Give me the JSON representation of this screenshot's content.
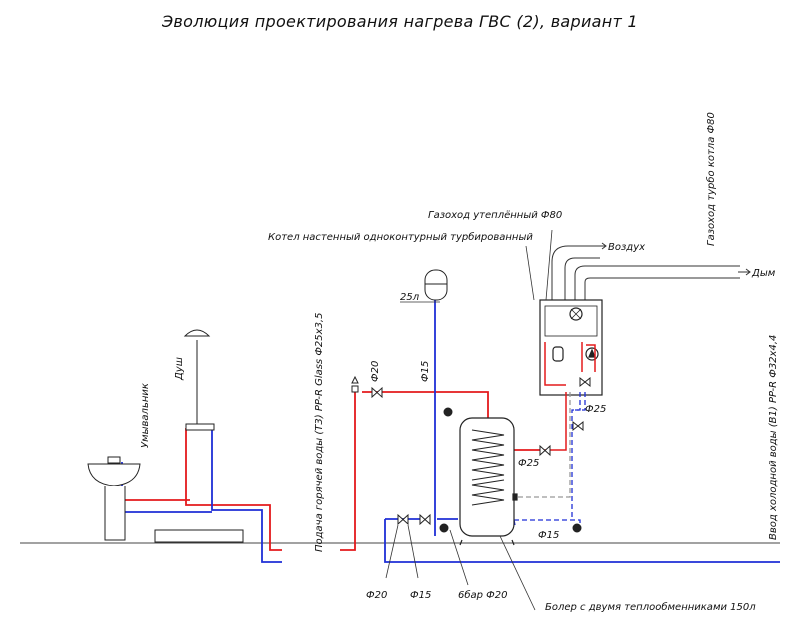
{
  "title": "Эволюция проектирования нагрева ГВС (2), вариант 1",
  "labels": {
    "flue_insulated": "Газоход утеплённый Ф80",
    "boiler": "Котел настенный одноконтурный турбированный",
    "air": "Воздух",
    "smoke": "Дым",
    "flue_boiler": "Газоход турбо котла Ф80",
    "tank": "25л",
    "shower": "Душ",
    "washbasin": "Умывальник",
    "hot_supply": "Подача горячей воды (Т3) PP-R Glass Ф25х3,5",
    "cold_input": "Ввод холодной воды (В1) PP-R Ф32х4,4",
    "d20_a": "Ф20",
    "d15_a": "Ф15",
    "d25_a": "Ф25",
    "d25_b": "Ф25",
    "d15_b": "Ф15",
    "d20_b": "Ф20",
    "d15_c": "Ф15",
    "valve_6bar": "6бар Ф20",
    "boiler_tank": "Болер с двумя теплообменниками 150л"
  },
  "colors": {
    "hot": "#e41a1c",
    "cold": "#1f2fd6",
    "line": "#222222",
    "dashed": "#1f2fd6",
    "return": "#999999"
  }
}
